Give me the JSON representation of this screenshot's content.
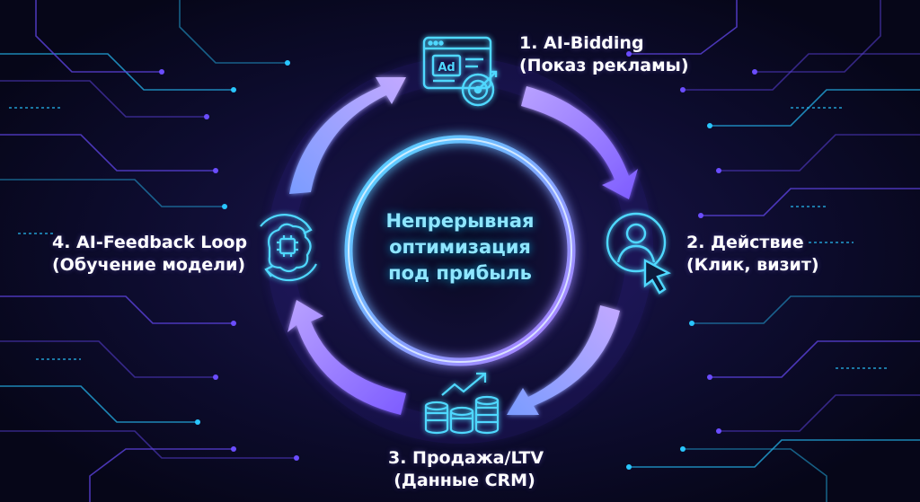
{
  "center": {
    "line1": "Непрерывная",
    "line2": "оптимизация",
    "line3": "под прибыль"
  },
  "steps": [
    {
      "title": "1. AI-Bidding",
      "subtitle": "(Показ рекламы)",
      "icon": "ad-target-icon",
      "icon_text": "Ad"
    },
    {
      "title": "2. Действие",
      "subtitle": "(Клик, визит)",
      "icon": "user-click-icon"
    },
    {
      "title": "3. Продажа/LTV",
      "subtitle": "(Данные CRM)",
      "icon": "coins-growth-icon"
    },
    {
      "title": "4. AI-Feedback Loop",
      "subtitle": "(Обучение модели)",
      "icon": "brain-chip-icon"
    }
  ],
  "colors": {
    "background": "#0a0a24",
    "ring_cyan": "#4fd8ff",
    "ring_purple": "#9b6bff",
    "arrow_blue": "#8aa8ff",
    "arrow_violet": "#a77bff",
    "circuit_cyan": "#29c6ff",
    "circuit_purple": "#6b4dff"
  }
}
